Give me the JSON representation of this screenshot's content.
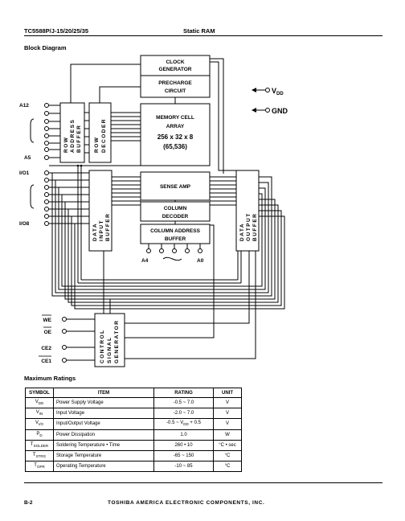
{
  "header": {
    "part_number": "TC5588P/J-15/20/25/35",
    "title": "Static RAM"
  },
  "block_diagram": {
    "heading": "Block Diagram",
    "clock_generator": [
      "CLOCK",
      "GENERATOR"
    ],
    "precharge_circuit": [
      "PRECHARGE",
      "CIRCUIT"
    ],
    "memory_cell_array": [
      "MEMORY CELL",
      "ARRAY",
      "256 x 32 x 8",
      "(65,536)"
    ],
    "sense_amp": "SENSE AMP",
    "column_decoder": [
      "COLUMN",
      "DECODER"
    ],
    "column_address_buffer": [
      "COLUMN ADDRESS",
      "BUFFER"
    ],
    "row_address_buffer": [
      "ROW",
      "ADDRESS",
      "BUFFER"
    ],
    "row_decoder": [
      "ROW",
      "DECODER"
    ],
    "data_input_buffer": [
      "DATA",
      "INPUT",
      "BUFFER"
    ],
    "data_output_buffer": [
      "DATA",
      "OUTPUT",
      "BUFFER"
    ],
    "control_signal_generator": [
      "CONTROL",
      "SIGNAL",
      "GENERATOR"
    ],
    "pins": {
      "a12": "A12",
      "a5": "A5",
      "io1": "I/O1",
      "io8": "I/O8",
      "a4": "A4",
      "a0": "A0",
      "vdd": "V",
      "vdd_sub": "DD",
      "gnd": "GND"
    },
    "control_pins": [
      {
        "label": "WE",
        "overbar": true
      },
      {
        "label": "OE",
        "overbar": true
      },
      {
        "label": "CE2",
        "overbar": false
      },
      {
        "label": "CE1",
        "overbar": true
      }
    ]
  },
  "max_ratings": {
    "heading": "Maximum Ratings",
    "columns": [
      "SYMBOL",
      "ITEM",
      "RATING",
      "UNIT"
    ],
    "rows": [
      {
        "symbol": "V",
        "sub": "DD",
        "item": "Power Supply Voltage",
        "rating": "-0.5 ~ 7.0",
        "unit": "V"
      },
      {
        "symbol": "V",
        "sub": "IN",
        "item": "Input Voltage",
        "rating": "-2.0 ~ 7.0",
        "unit": "V"
      },
      {
        "symbol": "V",
        "sub": "I/O",
        "item": "Input/Output Voltage",
        "rating": "-0.5 ~ V",
        "rating_sub": "DD",
        "rating_tail": " + 0.5",
        "unit": "V"
      },
      {
        "symbol": "P",
        "sub": "D",
        "item": "Power Dissipation",
        "rating": "1.0",
        "unit": "W"
      },
      {
        "symbol": "T",
        "sub": "SOLDER",
        "item": "Soldering Temperature • Time",
        "rating": "260 • 10",
        "unit": "°C • sec"
      },
      {
        "symbol": "T",
        "sub": "STRG",
        "item": "Storage Temperature",
        "rating": "-65 ~ 150",
        "unit": "°C"
      },
      {
        "symbol": "T",
        "sub": "OPR",
        "item": "Operating Temperature",
        "rating": "-10 ~ 85",
        "unit": "°C"
      }
    ]
  },
  "footer": {
    "page": "B-2",
    "company": "TOSHIBA AMERICA ELECTRONIC COMPONENTS, INC."
  }
}
